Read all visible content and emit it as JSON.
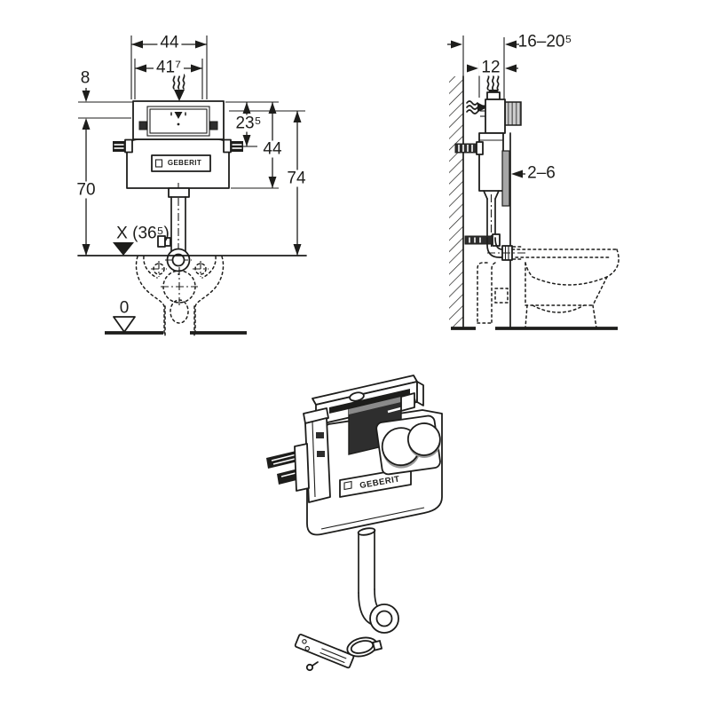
{
  "front_view": {
    "width_outer": "44",
    "width_inner": "41⁷",
    "top_offset": "8",
    "panel_height": "23⁵",
    "tank_height": "44",
    "overall_height": "74",
    "install_height": "70",
    "x_prefix": "X",
    "x_value": "(36⁵)",
    "floor_level": "0",
    "brand": "GEBERIT"
  },
  "side_view": {
    "depth_range": "16–20⁵",
    "inset_depth": "12",
    "cover_gap": "2–6"
  },
  "product_view": {
    "brand": "GEBERIT"
  },
  "symbols": {
    "water_supply": "wavy-lines-with-solid-arrow",
    "x_level_marker": "filled-triangle-down",
    "zero_level_marker": "open-triangle-down"
  },
  "colors": {
    "line": "#1d1d1b",
    "background": "#ffffff",
    "shading_gray": "#9a9a9a",
    "dark_gray": "#2e2e2e"
  }
}
